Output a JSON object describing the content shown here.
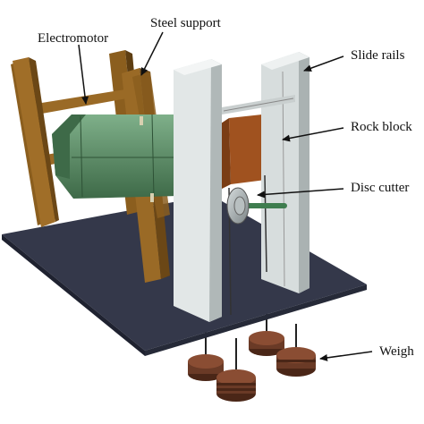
{
  "labels": {
    "electromotor": "Electromotor",
    "steel_support": "Steel support",
    "slide_rails": "Slide rails",
    "rock_block": "Rock block",
    "disc_cutter": "Disc cutter",
    "weight": "Weigh"
  },
  "colors": {
    "base_plate": "#34384a",
    "steel_frame": "#8b5e1e",
    "motor": "#5e8c68",
    "slide_rails": "#d7dddd",
    "rock_block": "#a0521f",
    "disc_cutter": "#9aa2a4",
    "shaft": "#3f7d4f",
    "weights": "#6a3a26"
  }
}
